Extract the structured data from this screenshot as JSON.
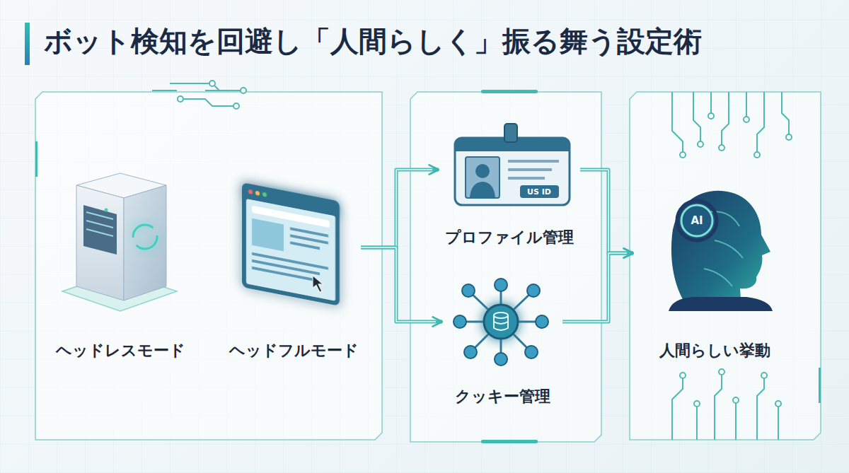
{
  "diagram": {
    "title": "ボット検知を回避し「人間らしく」振る舞う設定術",
    "nodes": [
      {
        "text": [
          "ヘッドレスモード"
        ]
      },
      {
        "text": [
          "ヘッドフルモード"
        ]
      },
      {
        "text": [
          "プロファイル管理"
        ]
      },
      {
        "text": [
          "クッキー管理"
        ]
      },
      {
        "text": [
          "人間らしい挙動"
        ]
      }
    ],
    "edges": [
      {
        "from": 1,
        "to": 2,
        "arrow": "to"
      },
      {
        "from": 1,
        "to": 3,
        "arrow": "to"
      },
      {
        "from": 2,
        "to": 4,
        "arrow": "to"
      },
      {
        "from": 3,
        "to": 4,
        "arrow": "to"
      }
    ],
    "labels": [
      "US ID",
      "AI"
    ]
  }
}
